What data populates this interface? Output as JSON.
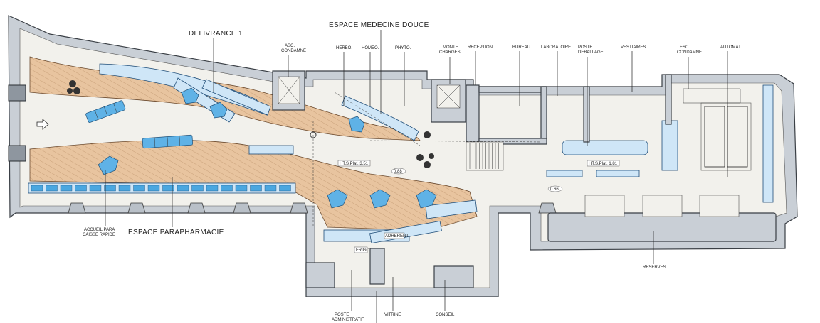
{
  "labels": {
    "delivrance": "DELIVRANCE 1",
    "espace_medecine": "ESPACE MEDECINE DOUCE",
    "asc_condamne": "ASC.\nCONDAMNE",
    "herbo": "HERBO.",
    "homeo": "HOMEO.",
    "phyto": "PHYTO.",
    "monte_charges": "MONTE\nCHARGES",
    "reception": "RECEPTION",
    "bureau": "BUREAU",
    "laboratoire": "LABORATOIRE",
    "poste_deballage": "POSTE\nDEBALLAGE",
    "vestiaires": "VESTIAIRES",
    "esc_condamne": "ESC.\nCONDAMNE",
    "automat": "AUTOMAT",
    "accueil": "ACCUEIL PARA\nCAISSE RAPIDE",
    "espace_para": "ESPACE PARAPHARMACIE",
    "reserves": "RESERVES",
    "poste_admin": "POSTE\nADMINISTRATIF",
    "vitrine": "VITRINE",
    "conseil": "CONSEIL",
    "adherent": "ADHERENT",
    "frigo": "FRIGO",
    "height1": "HT.S.Plaf. 3.51",
    "height2": "HT.S.Plaf. 1.81",
    "height3": "0.88",
    "height4": "0.66"
  }
}
